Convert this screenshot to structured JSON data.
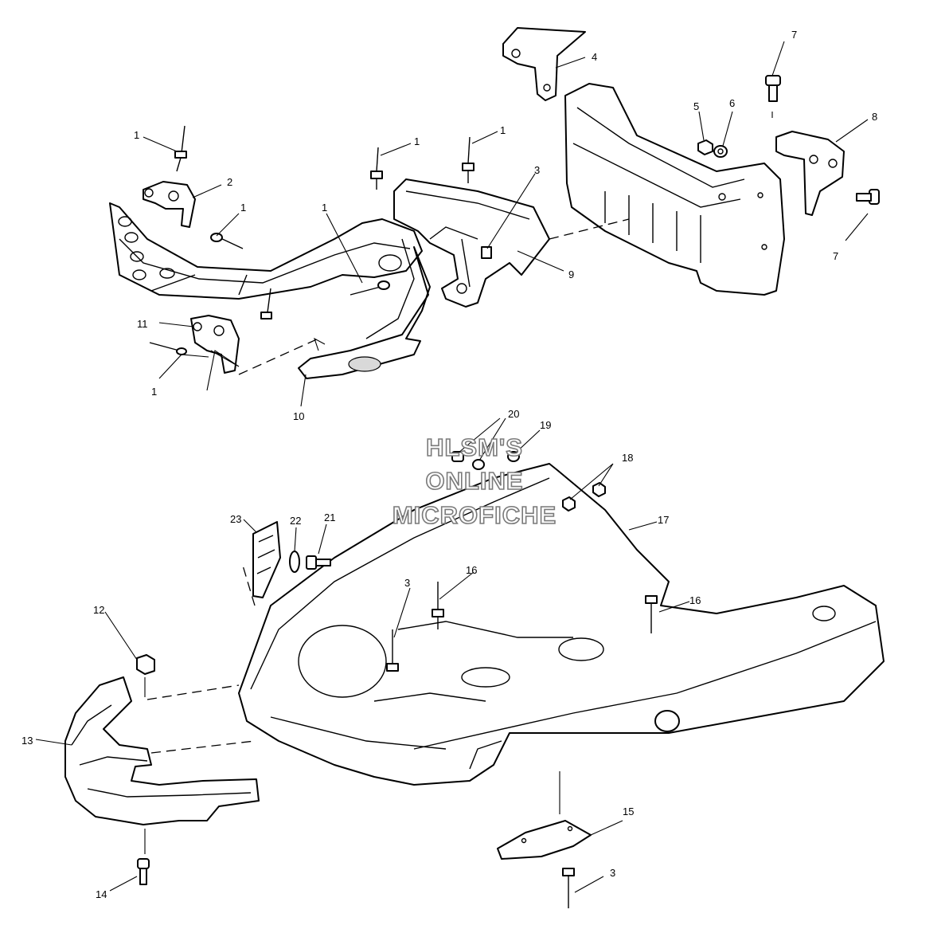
{
  "watermark": {
    "lines": [
      "HLSM'S",
      "ONLINE",
      "MICROFICHE"
    ]
  },
  "callouts": {
    "c1a": "1",
    "c1b": "1",
    "c1c": "1",
    "c1d": "1",
    "c1e": "1",
    "c1f": "1",
    "c2": "2",
    "c3a": "3",
    "c3b": "3",
    "c3c": "3",
    "c4": "4",
    "c5": "5",
    "c6": "6",
    "c7a": "7",
    "c7b": "7",
    "c8": "8",
    "c9": "9",
    "c10": "10",
    "c11": "11",
    "c12": "12",
    "c13": "13",
    "c14": "14",
    "c15": "15",
    "c16a": "16",
    "c16b": "16",
    "c17": "17",
    "c18": "18",
    "c19": "19",
    "c20": "20",
    "c21": "21",
    "c22": "22",
    "c23": "23"
  }
}
